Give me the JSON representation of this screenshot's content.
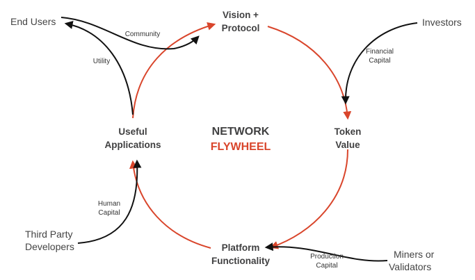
{
  "center": {
    "line1": "NETWORK",
    "line2": "FLYWHEEL"
  },
  "nodes": {
    "vision": [
      "Vision +",
      "Protocol"
    ],
    "token": [
      "Token",
      "Value"
    ],
    "platform": [
      "Platform",
      "Functionality"
    ],
    "apps": [
      "Useful",
      "Applications"
    ]
  },
  "actors": {
    "end_users": "End Users",
    "investors": "Investors",
    "developers": [
      "Third Party",
      "Developers"
    ],
    "miners": [
      "Miners or",
      "Validators"
    ]
  },
  "edges": {
    "community": "Community",
    "utility": "Utility",
    "financial_capital": [
      "Financial",
      "Capital"
    ],
    "human_capital": [
      "Human",
      "Capital"
    ],
    "production_capital": [
      "Production",
      "Capital"
    ]
  },
  "colors": {
    "cycle": "#d9452b",
    "external": "#111111",
    "text": "#404041"
  }
}
